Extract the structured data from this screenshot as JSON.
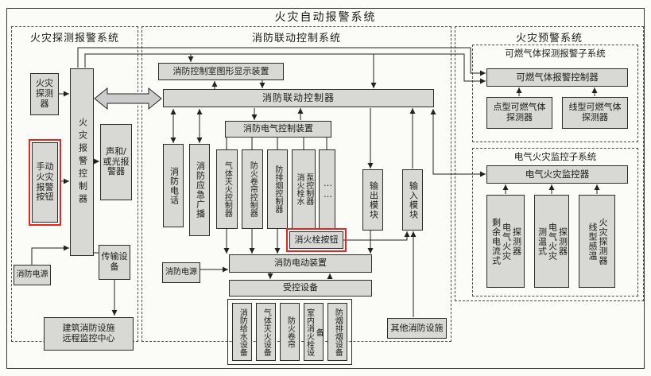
{
  "diagram": {
    "title": "火灾自动报警系统",
    "highlight_color": "#e8251f",
    "box_fill": "#d8d8d4"
  },
  "detection_system": {
    "label": "火灾探测报警系统",
    "fire_detector": "火灾探测器",
    "manual_call_point": "手动火灾报警按钮",
    "fire_alarm_controller": "火灾报警控制器",
    "sound_light_alarm": "声和/或光报警器",
    "fire_power": "消防电源",
    "transmission_device": "传输设备",
    "remote_center_line1": "建筑消防设施",
    "remote_center_line2": "远程监控中心"
  },
  "linkage_system": {
    "label": "消防联动控制系统",
    "graphic_display": "消防控制室图形显示装置",
    "linkage_controller": "消防联动控制器",
    "electric_control_device": "消防电气控制装置",
    "fire_telephone": "消防电话",
    "emergency_broadcast": "消防应急广播",
    "gas_extinguishing_controller": "气体灭火控制器",
    "fire_shutter_controller": "防火卷帘控制器",
    "smoke_control_controller": "防排烟控制器",
    "hydrant_pump_controller": "消火栓水\n泵控制器",
    "ellipsis": "……",
    "output_module": "输出模块",
    "input_module": "输入模块",
    "hydrant_button": "消火栓按钮",
    "fire_power": "消防电源",
    "electric_actuator": "消防电动装置",
    "controlled_equipment": "受控设备",
    "controlled_items": [
      "消防给水设备",
      "气体灭火设备",
      "防火卷帘",
      "室内消火栓设备",
      "防烟排烟设备"
    ],
    "other_facilities": "其他消防设施"
  },
  "early_warning_system": {
    "label": "火灾预警系统",
    "gas_subsystem": {
      "label": "可燃气体探测报警子系统",
      "controller": "可燃气体报警控制器",
      "point_detector": "点型可燃气体\n探测器",
      "line_detector": "线型可燃气体\n探测器"
    },
    "electrical_subsystem": {
      "label": "电气火灾监控子系统",
      "monitor": "电气火灾监控器",
      "residual_current_detector": "剩余电流式\n电气火灾\n探测器",
      "temperature_detector": "测温式\n电气火灾\n探测器",
      "linear_heat_detector": "线型感温\n火灾探测器"
    }
  }
}
